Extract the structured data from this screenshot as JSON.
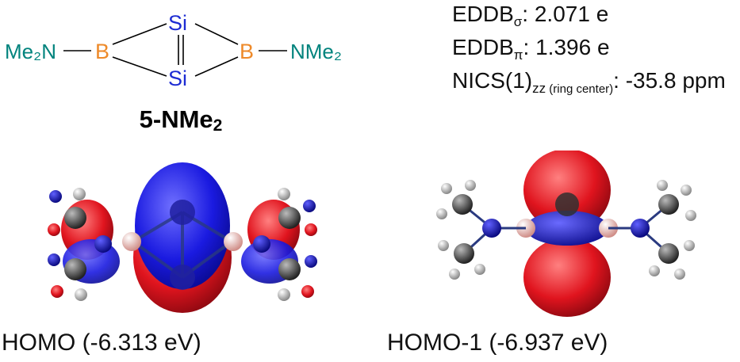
{
  "structure": {
    "left_group": "Me₂N",
    "right_group": "NMe₂",
    "boron_left": "B",
    "boron_right": "B",
    "silicon_top": "Si",
    "silicon_bottom": "Si",
    "compound_name": "5-NMe",
    "compound_sub": "2"
  },
  "properties": [
    {
      "name": "EDDB",
      "sub": "σ",
      "sub_note": "",
      "value": ": 2.071 e"
    },
    {
      "name": "EDDB",
      "sub": "π",
      "sub_note": "",
      "value": ": 1.396 e"
    },
    {
      "name": "NICS(1)",
      "sub": "zz",
      "sub_note": " (ring center)",
      "value": ": -35.8 ppm"
    }
  ],
  "orbitals": [
    {
      "label": "HOMO (-6.313 eV)"
    },
    {
      "label": "HOMO-1 (-6.937 eV)"
    }
  ],
  "colors": {
    "nitrogen_group": "#00837d",
    "boron": "#ee8a2a",
    "silicon": "#1d2cd3",
    "lobe_red": "#e0141e",
    "lobe_blue": "#1414e6",
    "atom_carbon": "#444444",
    "atom_hydrogen": "#e6e6e6",
    "atom_nitrogen": "#1414cc",
    "atom_boron": "#f0b8b0"
  }
}
